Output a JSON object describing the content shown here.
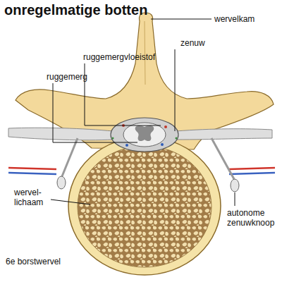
{
  "diagram": {
    "title": "onregelmatige botten",
    "caption": "6e borstwervel",
    "labels": [
      "wervelkam",
      "ruggemergvloeistof",
      "zenuw",
      "ruggemerg",
      "wervel- lichaam",
      "autonome zenuwknoop"
    ]
  }
}
